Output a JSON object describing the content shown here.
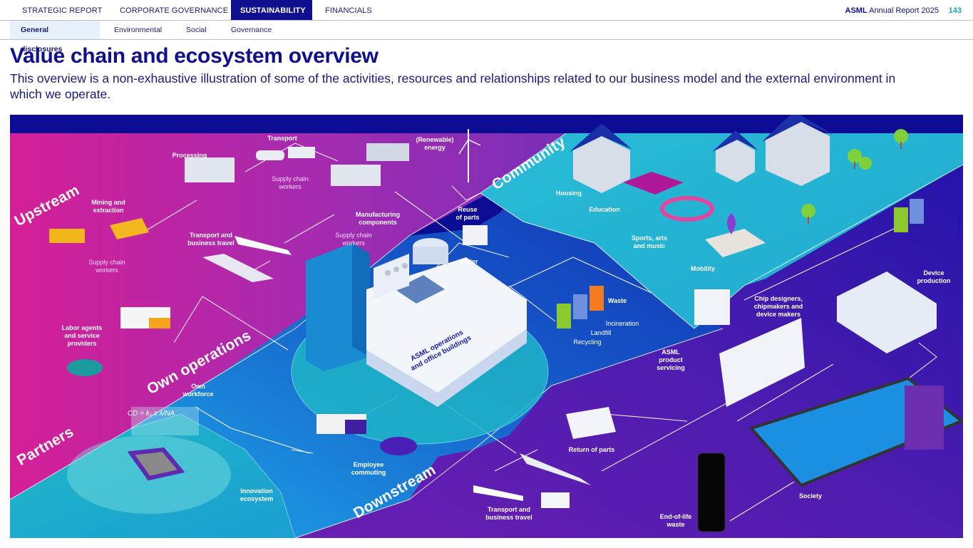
{
  "topnav": {
    "tabs": [
      {
        "label": "STRATEGIC REPORT",
        "active": false
      },
      {
        "label": "CORPORATE GOVERNANCE",
        "active": false
      },
      {
        "label": "SUSTAINABILITY",
        "active": true
      },
      {
        "label": "FINANCIALS",
        "active": false
      }
    ],
    "brand_bold": "ASML",
    "brand_rest": " Annual Report 2025",
    "page_number": "143"
  },
  "subnav": {
    "tabs": [
      {
        "label": "General disclosures",
        "active": true
      },
      {
        "label": "Environmental",
        "active": false
      },
      {
        "label": "Social",
        "active": false
      },
      {
        "label": "Governance",
        "active": false
      }
    ]
  },
  "page": {
    "title": "Value chain and ecosystem overview",
    "lead": "This overview is a non-exhaustive illustration of some of the activities, resources and relationships related to our business model and the external environment in which we operate."
  },
  "illustration": {
    "colors": {
      "upstream": "#d21f9a",
      "upstream_end": "#8a2db3",
      "community": "#25b9d3",
      "own_operations": "#1776d2",
      "partners": "#1db5c7",
      "downstream": "#5b1ab0",
      "frame": "#0c0b94"
    },
    "regions": {
      "upstream": "Upstream",
      "community": "Community",
      "own_operations": "Own operations",
      "partners": "Partners",
      "downstream": "Downstream"
    },
    "center_building": "ASML operations\nand office buildings",
    "labels": {
      "transport": "Transport",
      "processing": "Processing",
      "renewable_energy": "(Renewable)\nenergy",
      "supply_chain_workers_1": "Supply chain\nworkers",
      "mining": "Mining and\nextraction",
      "manufacturing": "Manufacturing\ncomponents",
      "reuse": "Reuse\nof parts",
      "transport_travel_up": "Transport and\nbusiness travel",
      "supply_chain_workers_2": "Supply chain\nworkers",
      "supply_chain_workers_3": "Supply chain\nworkers",
      "water": "Water",
      "labor_agents": "Labor agents\nand service\nproviders",
      "housing": "Housing",
      "education": "Education",
      "sports": "Sports, arts\nand music",
      "mobility": "Mobility",
      "waste": "Waste",
      "incineration": "Incineration",
      "landfill": "Landfill",
      "recycling": "Recycling",
      "chip_designers": "Chip designers,\nchipmakers and\ndevice makers",
      "device_production": "Device\nproduction",
      "asml_servicing": "ASML\nproduct\nservicing",
      "own_workforce": "Own\nworkforce",
      "employee_commuting": "Employee\ncommuting",
      "return_of_parts": "Return of parts",
      "innovation": "Innovation\necosystem",
      "transport_travel_down": "Transport and\nbusiness travel",
      "society": "Society",
      "end_of_life": "End-of-life\nwaste",
      "formula": "CD = k₁ x λ/NA"
    }
  }
}
